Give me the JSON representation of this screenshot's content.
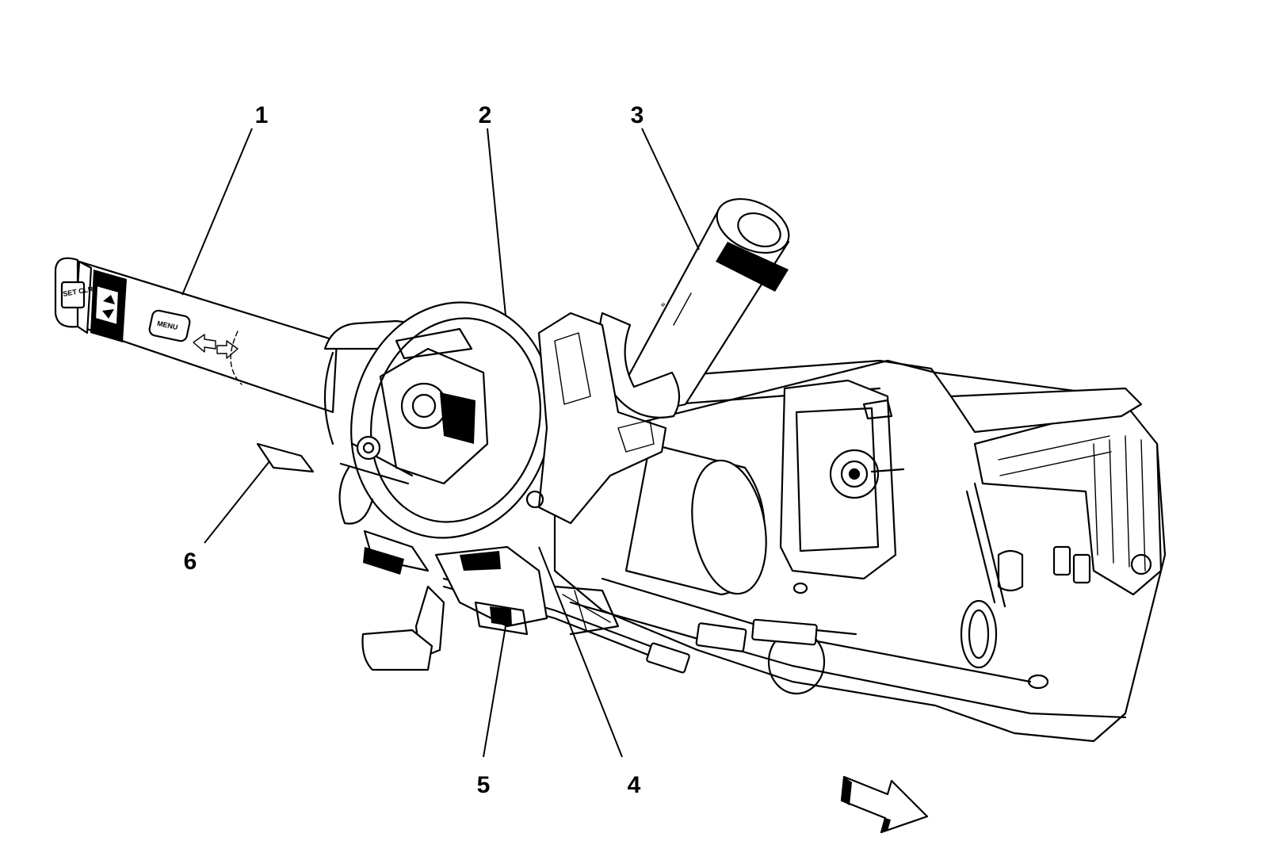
{
  "callouts": [
    {
      "id": "1",
      "label": "1"
    },
    {
      "id": "2",
      "label": "2"
    },
    {
      "id": "3",
      "label": "3"
    },
    {
      "id": "4",
      "label": "4"
    },
    {
      "id": "5",
      "label": "5"
    },
    {
      "id": "6",
      "label": "6"
    }
  ],
  "lever_text": {
    "menu": "MENU",
    "set_clr": "SET CLR"
  },
  "colors": {
    "line": "#000000",
    "background": "#ffffff"
  }
}
